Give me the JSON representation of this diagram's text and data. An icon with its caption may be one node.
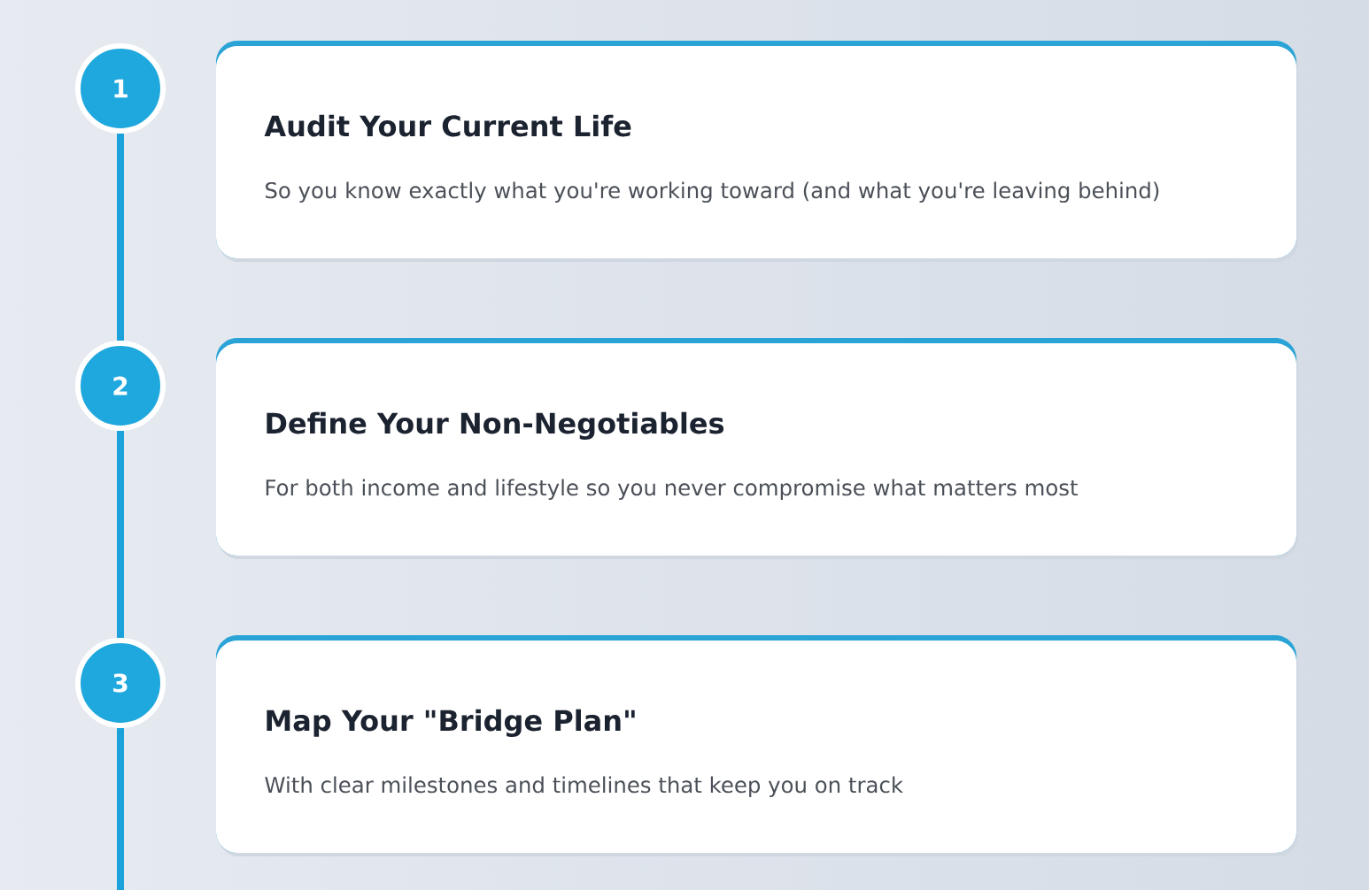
{
  "diagram": {
    "nodes": [
      {
        "text": [
          "1"
        ]
      },
      {
        "text": [
          "Audit Your Current Life",
          "So you know exactly what you're working toward (and what you're leaving behind)"
        ]
      },
      {
        "text": [
          "2"
        ]
      },
      {
        "text": [
          "Define Your Non-Negotiables",
          "For both income and lifestyle so you never compromise what matters most"
        ]
      },
      {
        "text": [
          "3"
        ]
      },
      {
        "text": [
          "Map Your \"Bridge Plan\"",
          "With clear milestones and timelines that keep you on track"
        ]
      }
    ],
    "edges": [
      {
        "from": 0,
        "to": 2,
        "arrow": "none"
      },
      {
        "from": 2,
        "to": 4,
        "arrow": "none"
      },
      {
        "from": 4,
        "to": null,
        "arrow": "none"
      }
    ]
  }
}
